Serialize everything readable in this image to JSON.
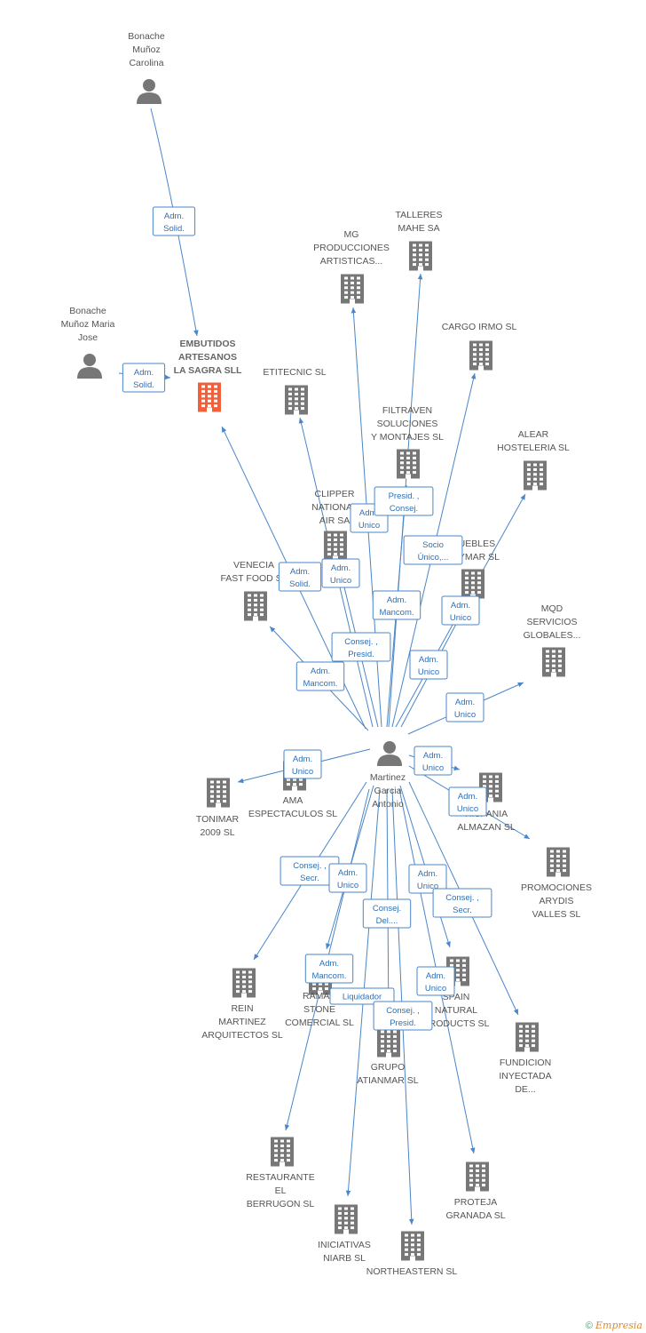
{
  "colors": {
    "edge": "#4a86c8",
    "company": "#777777",
    "focus_company": "#f0603a",
    "person": "#777777",
    "label": "#555555"
  },
  "footer": {
    "copyright": "©",
    "brand": "Empresia"
  },
  "nodes": [
    {
      "id": "bonache_c",
      "type": "person",
      "lines": [
        "Bonache",
        "Muñoz",
        "Carolina"
      ]
    },
    {
      "id": "bonache_j",
      "type": "person",
      "lines": [
        "Bonache",
        "Muñoz Maria",
        "Jose"
      ]
    },
    {
      "id": "embutidos",
      "type": "company",
      "focus": true,
      "lines": [
        "EMBUTIDOS",
        "ARTESANOS",
        "LA SAGRA SLL"
      ]
    },
    {
      "id": "martinez",
      "type": "person",
      "lines": [
        "Martinez",
        "Garcia",
        "Antonio"
      ]
    },
    {
      "id": "talleres",
      "type": "company",
      "lines": [
        "TALLERES",
        "MAHE SA"
      ]
    },
    {
      "id": "mg",
      "type": "company",
      "lines": [
        "MG",
        "PRODUCCIONES",
        "ARTISTICAS..."
      ]
    },
    {
      "id": "cargo",
      "type": "company",
      "lines": [
        "CARGO IRMO  SL"
      ]
    },
    {
      "id": "etitecnic",
      "type": "company",
      "lines": [
        "ETITECNIC  SL"
      ]
    },
    {
      "id": "filtraven",
      "type": "company",
      "lines": [
        "FILTRAVEN",
        "SOLUCIONES",
        "Y MONTAJES SL"
      ]
    },
    {
      "id": "alear",
      "type": "company",
      "lines": [
        "ALEAR",
        "HOSTELERIA SL"
      ]
    },
    {
      "id": "clipper",
      "type": "company",
      "lines": [
        "CLIPPER",
        "NATIONAL",
        "AIR SA"
      ]
    },
    {
      "id": "muebles",
      "type": "company",
      "lines": [
        "MUEBLES",
        "RAYMAR SL"
      ]
    },
    {
      "id": "venecia",
      "type": "company",
      "lines": [
        "VENECIA",
        "FAST FOOD SL"
      ]
    },
    {
      "id": "mqd",
      "type": "company",
      "lines": [
        "MQD",
        "SERVICIOS",
        "GLOBALES..."
      ]
    },
    {
      "id": "ama",
      "type": "company",
      "lines": [
        "AMA",
        "ESPECTACULOS SL"
      ]
    },
    {
      "id": "tonimar",
      "type": "company",
      "lines": [
        "TONIMAR",
        "2009 SL"
      ]
    },
    {
      "id": "hispania",
      "type": "company",
      "lines": [
        "HISPANIA",
        "ALMAZAN SL"
      ]
    },
    {
      "id": "promociones",
      "type": "company",
      "lines": [
        "PROMOCIONES",
        "ARYDIS",
        "VALLES SL"
      ]
    },
    {
      "id": "rein",
      "type": "company",
      "lines": [
        "REIN",
        "MARTINEZ",
        "ARQUITECTOS SL"
      ]
    },
    {
      "id": "ramar",
      "type": "company",
      "lines": [
        "RAMAR",
        "STONE",
        "COMERCIAL  SL"
      ]
    },
    {
      "id": "spain",
      "type": "company",
      "lines": [
        "SPAIN",
        "NATURAL",
        "PRODUCTS  SL"
      ]
    },
    {
      "id": "fundicion",
      "type": "company",
      "lines": [
        "FUNDICION",
        "INYECTADA",
        "DE..."
      ]
    },
    {
      "id": "grupo",
      "type": "company",
      "lines": [
        "GRUPO",
        "ATIANMAR SL"
      ]
    },
    {
      "id": "restaurante",
      "type": "company",
      "lines": [
        "RESTAURANTE",
        "EL",
        "BERRUGON  SL"
      ]
    },
    {
      "id": "proteja",
      "type": "company",
      "lines": [
        "PROTEJA",
        "GRANADA SL"
      ]
    },
    {
      "id": "iniciativas",
      "type": "company",
      "lines": [
        "INICIATIVAS",
        "NIARB SL"
      ]
    },
    {
      "id": "northeastern",
      "type": "company",
      "lines": [
        "NORTHEASTERN SL"
      ]
    }
  ],
  "relations": [
    {
      "id": "r1",
      "from": "bonache_c",
      "to": "embutidos",
      "lines": [
        "Adm.",
        "Solid."
      ]
    },
    {
      "id": "r2",
      "from": "bonache_j",
      "to": "embutidos",
      "lines": [
        "Adm.",
        "Solid."
      ]
    },
    {
      "id": "r3",
      "from": "martinez",
      "to": "embutidos",
      "lines": [
        "Adm.",
        "Solid."
      ]
    },
    {
      "id": "r4",
      "from": "martinez",
      "to": "etitecnic",
      "lines": [
        "Adm.",
        "Unico"
      ]
    },
    {
      "id": "r5",
      "from": "martinez",
      "to": "mg",
      "lines": [
        "Adm.",
        "Unico"
      ]
    },
    {
      "id": "r6",
      "from": "martinez",
      "to": "filtraven",
      "lines": [
        "Presid. ,",
        "Consej."
      ]
    },
    {
      "id": "r7",
      "from": "martinez",
      "to": "talleres",
      "lines": [
        "Adm.",
        "Mancom."
      ]
    },
    {
      "id": "r8",
      "from": "martinez",
      "to": "cargo",
      "lines": [
        "Socio",
        "Único,..."
      ]
    },
    {
      "id": "r9",
      "from": "martinez",
      "to": "alear",
      "lines": [
        "Adm.",
        "Unico"
      ]
    },
    {
      "id": "r10",
      "from": "martinez",
      "to": "clipper",
      "lines": [
        "Consej. ,",
        "Presid."
      ]
    },
    {
      "id": "r11",
      "from": "martinez",
      "to": "muebles",
      "lines": [
        "Adm.",
        "Unico"
      ]
    },
    {
      "id": "r12",
      "from": "martinez",
      "to": "venecia",
      "lines": [
        "Adm.",
        "Mancom."
      ]
    },
    {
      "id": "r13",
      "from": "martinez",
      "to": "mqd",
      "lines": [
        "Adm.",
        "Unico"
      ]
    },
    {
      "id": "r14",
      "from": "martinez",
      "to": "tonimar",
      "lines": [
        "Adm.",
        "Unico"
      ]
    },
    {
      "id": "r15",
      "from": "martinez",
      "to": "hispania",
      "lines": [
        "Adm.",
        "Unico"
      ]
    },
    {
      "id": "r16",
      "from": "martinez",
      "to": "promociones",
      "lines": [
        "Adm.",
        "Unico"
      ]
    },
    {
      "id": "r17",
      "from": "martinez",
      "to": "rein",
      "lines": [
        "Consej. ,",
        "Secr."
      ]
    },
    {
      "id": "r18",
      "from": "martinez",
      "to": "ramar",
      "lines": [
        "Adm.",
        "Unico"
      ]
    },
    {
      "id": "r19",
      "from": "martinez",
      "to": "spain",
      "lines": [
        "Adm.",
        "Unico"
      ]
    },
    {
      "id": "r20",
      "from": "martinez",
      "to": "fundicion",
      "lines": [
        "Consej. ,",
        "Secr."
      ]
    },
    {
      "id": "r21",
      "from": "martinez",
      "to": "restaurante",
      "lines": [
        "Adm.",
        "Mancom."
      ]
    },
    {
      "id": "r22",
      "from": "martinez",
      "to": "iniciativas",
      "lines": [
        "Liquidador"
      ]
    },
    {
      "id": "r23",
      "from": "martinez",
      "to": "grupo",
      "lines": [
        "Consej. ,",
        "Presid."
      ]
    },
    {
      "id": "r24",
      "from": "martinez",
      "to": "northeastern",
      "lines": [
        "Consej.",
        "Del...."
      ]
    },
    {
      "id": "r25",
      "from": "martinez",
      "to": "proteja",
      "lines": [
        "Adm.",
        "Unico"
      ]
    }
  ]
}
